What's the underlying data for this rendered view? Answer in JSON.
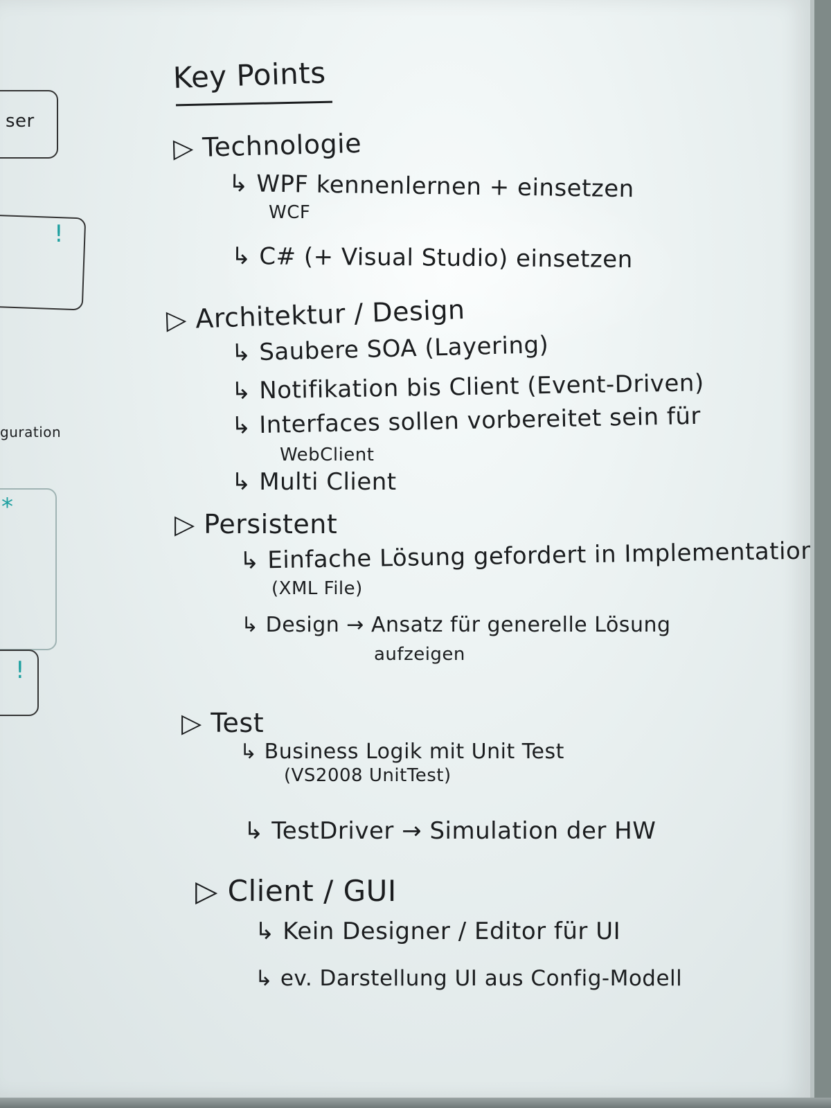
{
  "board": {
    "title": "Key Points",
    "sections": [
      {
        "heading": "▷ Technologie",
        "items": [
          "↳ WPF kennenlernen + einsetzen",
          "WCF",
          "↳ C# (+ Visual Studio) einsetzen"
        ]
      },
      {
        "heading": "▷ Architektur / Design",
        "items": [
          "↳ Saubere SOA (Layering)",
          "↳ Notifikation bis Client (Event-Driven)",
          "↳ Interfaces sollen vorbereitet sein für",
          "WebClient",
          "↳ Multi Client"
        ]
      },
      {
        "heading": "▷ Persistent",
        "items": [
          "↳ Einfache Lösung gefordert in Implementation",
          "(XML File)",
          "↳ Design → Ansatz für generelle Lösung",
          "aufzeigen"
        ]
      },
      {
        "heading": "▷ Test",
        "items": [
          "↳ Business Logik mit Unit Test",
          "(VS2008 UnitTest)",
          "↳ TestDriver → Simulation der HW"
        ]
      },
      {
        "heading": "▷ Client / GUI",
        "items": [
          "↳ Kein Designer / Editor für UI",
          "↳ ev. Darstellung UI aus Config-Modell"
        ]
      }
    ],
    "left_fragments": [
      "ser",
      "!",
      "guration",
      "*",
      "!"
    ]
  }
}
